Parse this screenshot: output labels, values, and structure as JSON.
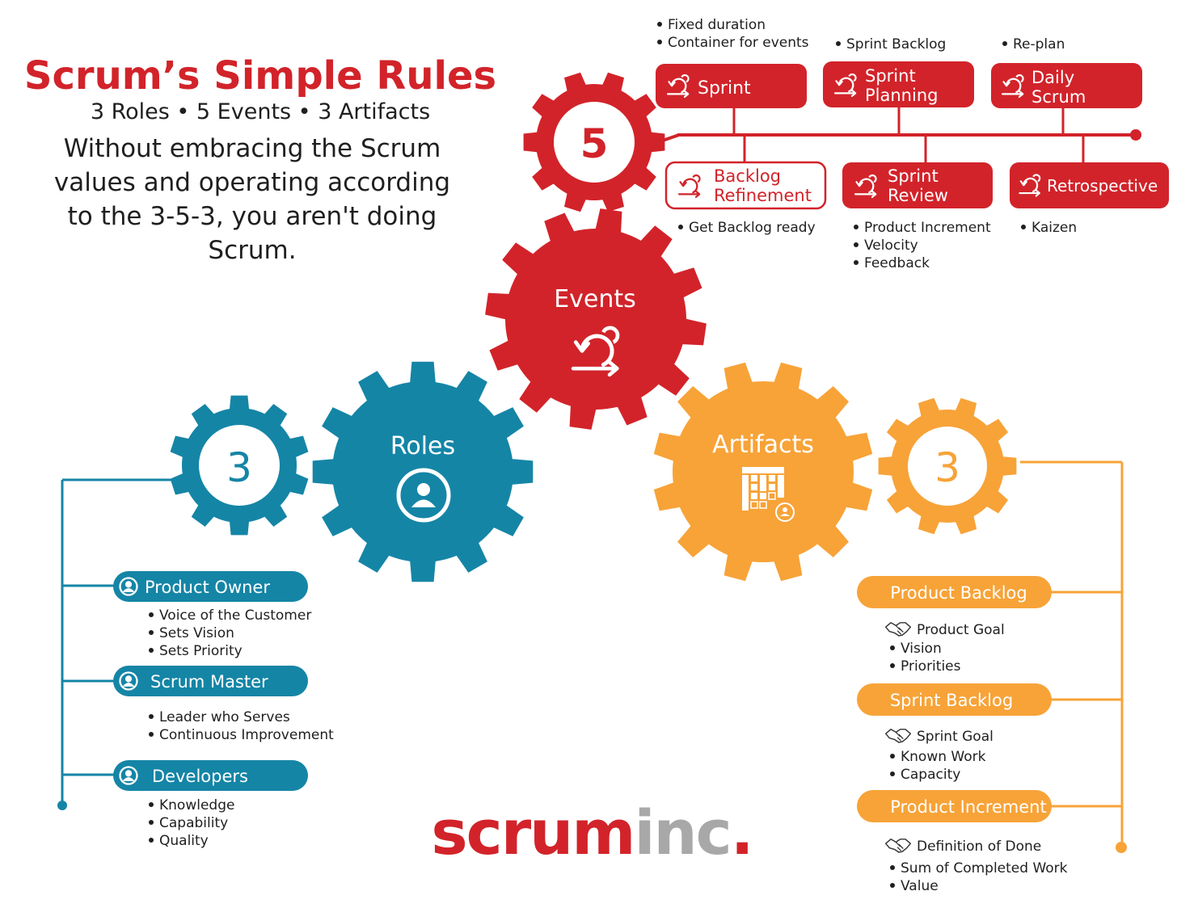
{
  "colors": {
    "red": "#d2232a",
    "teal": "#1585a6",
    "orange": "#f7a338",
    "gray": "#a8a8a8",
    "dark": "#1f1f1f",
    "white": "#ffffff"
  },
  "header": {
    "title": "Scrum’s Simple Rules",
    "subtitle": "3 Roles • 5 Events • 3 Artifacts",
    "body_lines": [
      "Without embracing the Scrum",
      "values and operating according",
      "to the 3-5-3, you aren't doing",
      "Scrum."
    ]
  },
  "gears": {
    "events_count": "5",
    "events_label": "Events",
    "roles_count": "3",
    "roles_label": "Roles",
    "artifacts_count": "3",
    "artifacts_label": "Artifacts"
  },
  "events": {
    "sprint": {
      "label": [
        "Sprint"
      ],
      "bullets": [
        "Fixed duration",
        "Container for events"
      ]
    },
    "sprint_planning": {
      "label": [
        "Sprint",
        "Planning"
      ],
      "bullets": [
        "Sprint Backlog"
      ]
    },
    "daily_scrum": {
      "label": [
        "Daily",
        "Scrum"
      ],
      "bullets": [
        "Re-plan"
      ]
    },
    "backlog_refinement": {
      "label": [
        "Backlog",
        "Refinement"
      ],
      "bullets": [
        "Get Backlog ready"
      ]
    },
    "sprint_review": {
      "label": [
        "Sprint",
        "Review"
      ],
      "bullets": [
        "Product Increment",
        "Velocity",
        "Feedback"
      ]
    },
    "retrospective": {
      "label": [
        "Retrospective"
      ],
      "bullets": [
        "Kaizen"
      ]
    }
  },
  "roles": [
    {
      "label": "Product Owner",
      "bullets": [
        "Voice of the Customer",
        "Sets Vision",
        "Sets Priority"
      ]
    },
    {
      "label": "Scrum Master",
      "bullets": [
        "Leader who Serves",
        "Continuous Improvement"
      ]
    },
    {
      "label": "Developers",
      "bullets": [
        "Knowledge",
        "Capability",
        "Quality"
      ]
    }
  ],
  "artifacts": [
    {
      "label": "Product Backlog",
      "commitment": "Product Goal",
      "bullets": [
        "Vision",
        "Priorities"
      ]
    },
    {
      "label": "Sprint Backlog",
      "commitment": "Sprint Goal",
      "bullets": [
        "Known Work",
        "Capacity"
      ]
    },
    {
      "label": "Product Increment",
      "commitment": "Definition of Done",
      "bullets": [
        "Sum of Completed Work",
        "Value"
      ]
    }
  ],
  "logo": {
    "part1": "scrum",
    "part2": "inc",
    "part3": "."
  },
  "icons": {
    "event_icon": "scrum-cycle-icon",
    "role_icon": "user-circle-icon",
    "artifact_icon": "backlog-board-icon",
    "commitment_icon": "handshake-icon"
  }
}
